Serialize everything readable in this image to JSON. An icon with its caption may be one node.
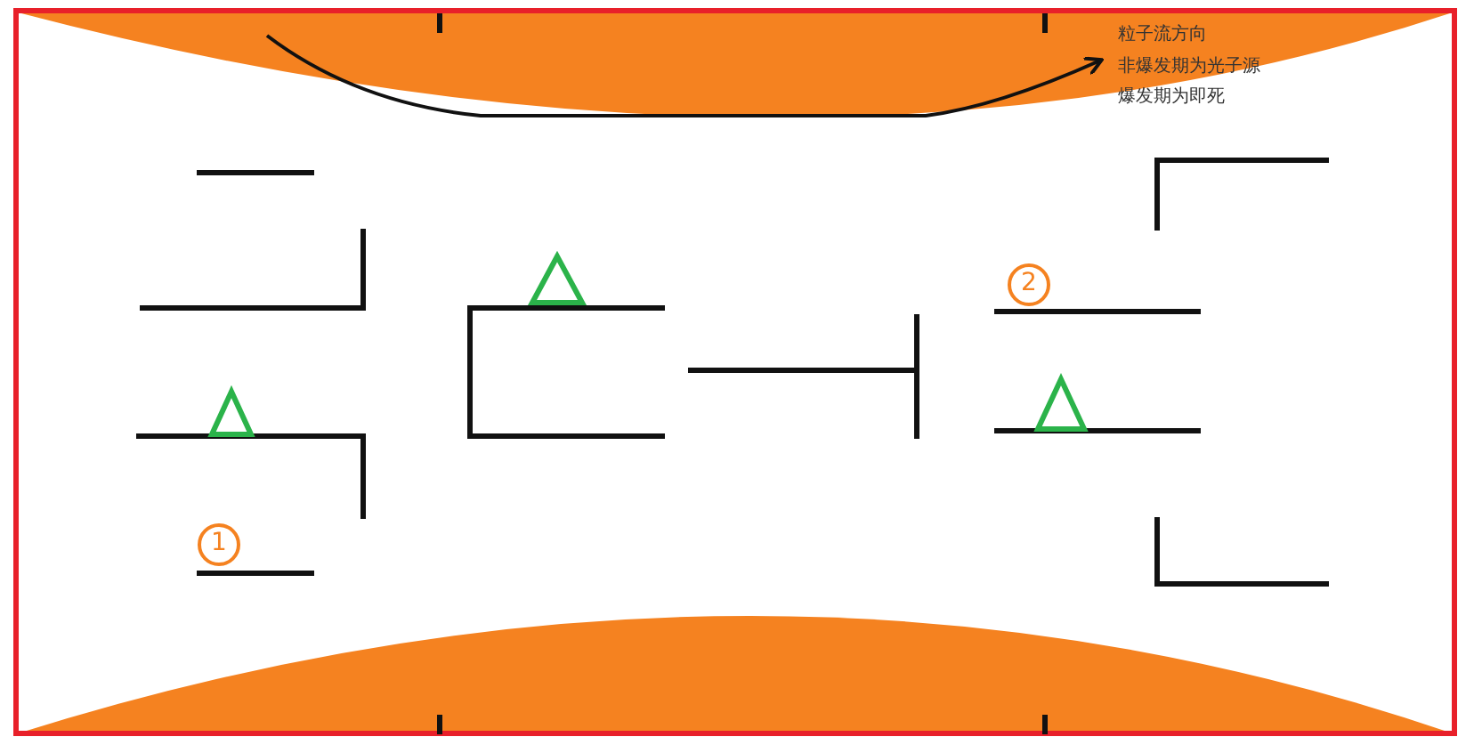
{
  "diagram": {
    "nodes": [
      {
        "text": [
          "1"
        ]
      },
      {
        "text": [
          "2"
        ]
      }
    ],
    "edges": [],
    "labels": [
      "粒子流方向",
      "非爆发期为光子源",
      "爆发期为即死"
    ]
  }
}
